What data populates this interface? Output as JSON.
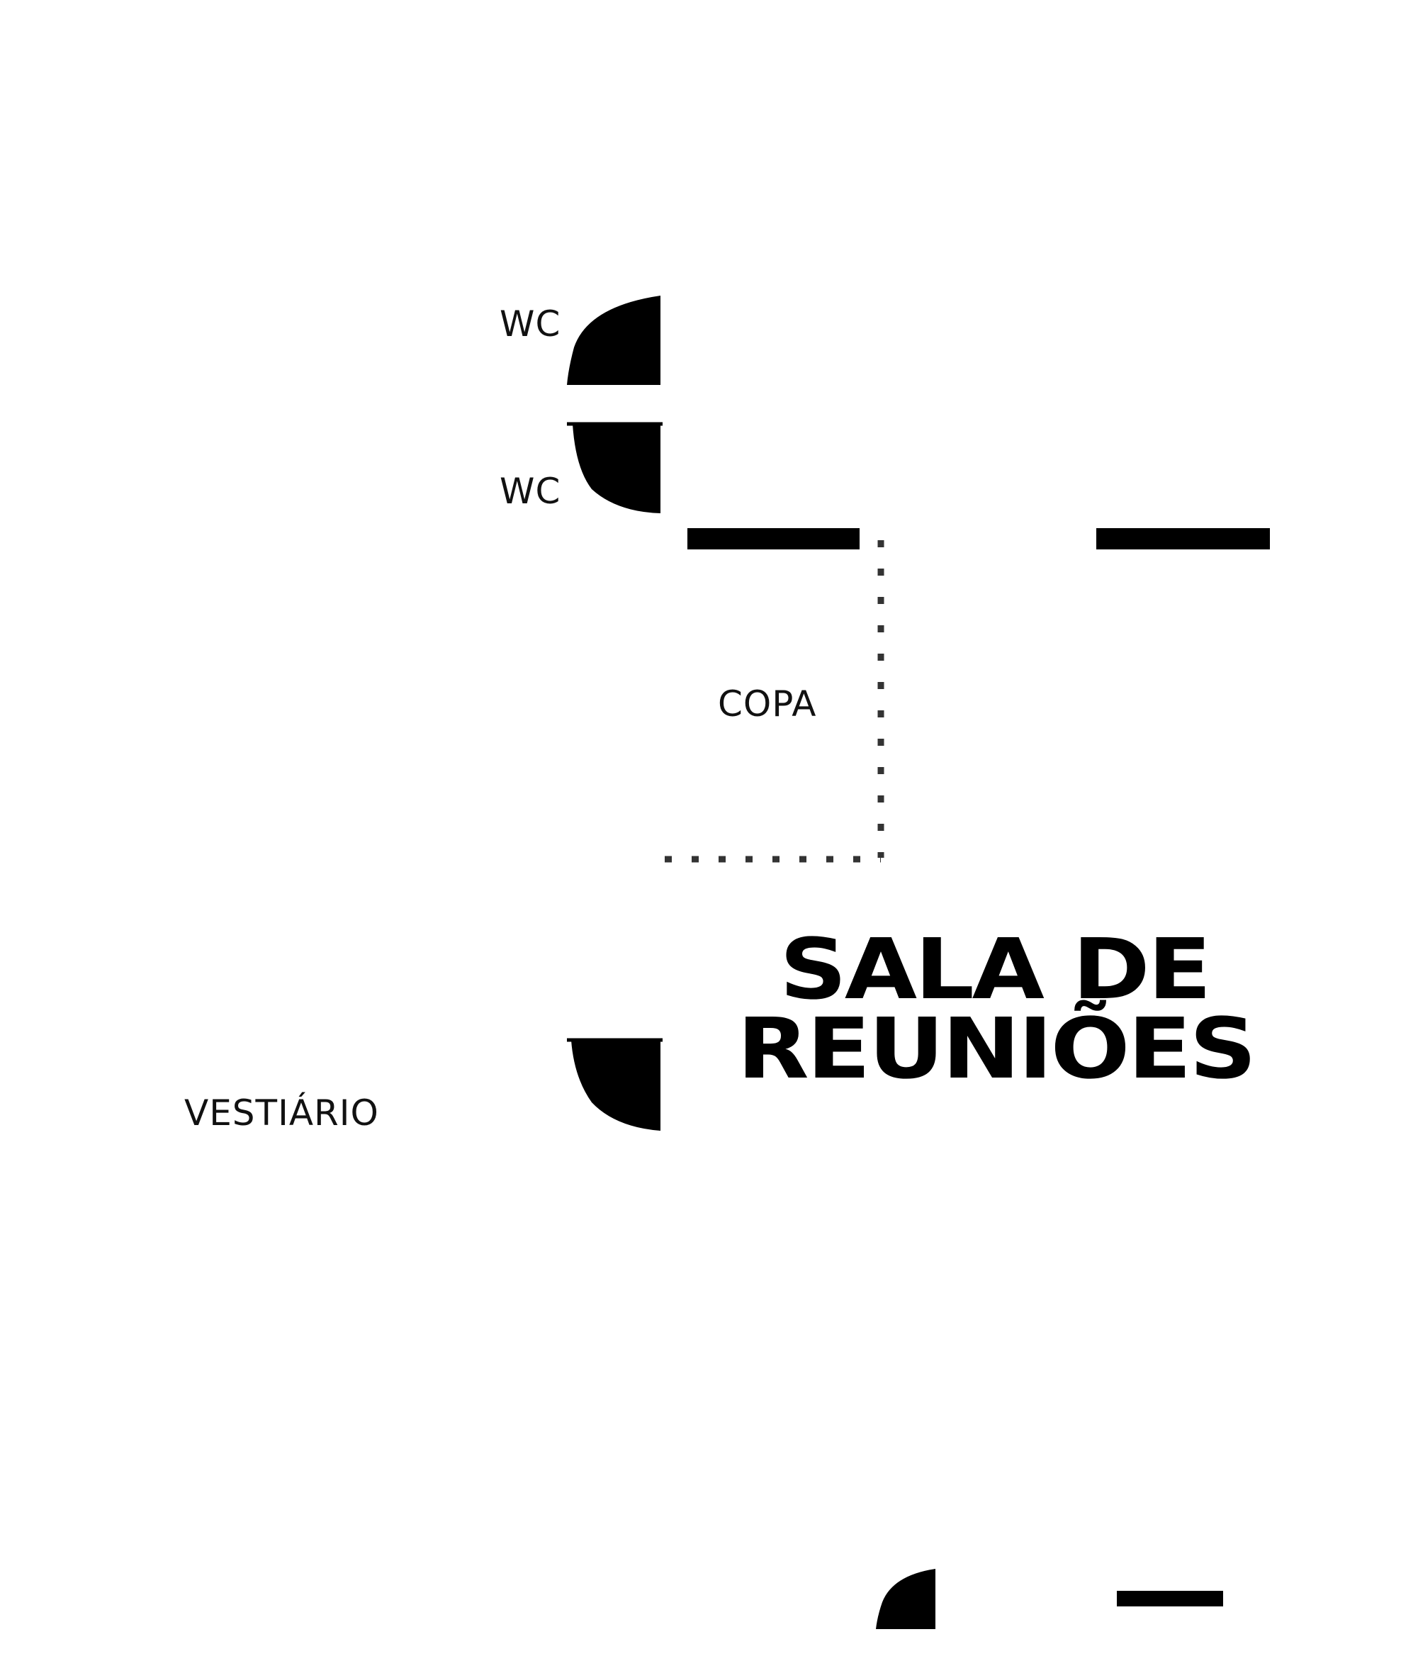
{
  "labels": {
    "wc_upper": "WC",
    "wc_lower": "WC",
    "copa": "COPA",
    "vestiario": "VESTIÁRIO",
    "title_line1": "SALA DE",
    "title_line2": "REUNIÕES"
  },
  "colors": {
    "ink": "#000000",
    "background": "#ffffff"
  }
}
